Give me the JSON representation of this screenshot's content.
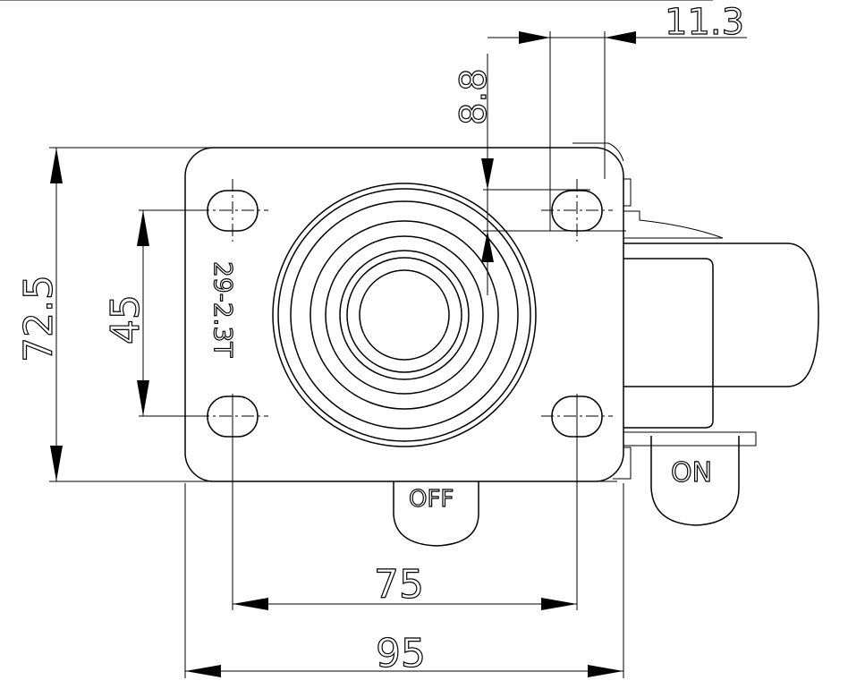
{
  "dimensions": {
    "height_overall": "72.5",
    "hole_spacing_vertical": "45",
    "hole_spacing_horizontal": "75",
    "width_overall": "95",
    "offset_top": "11.3",
    "offset_side": "8.8"
  },
  "plate_marking": "29-2.3T",
  "brake_labels": {
    "off": "OFF",
    "on": "ON"
  }
}
